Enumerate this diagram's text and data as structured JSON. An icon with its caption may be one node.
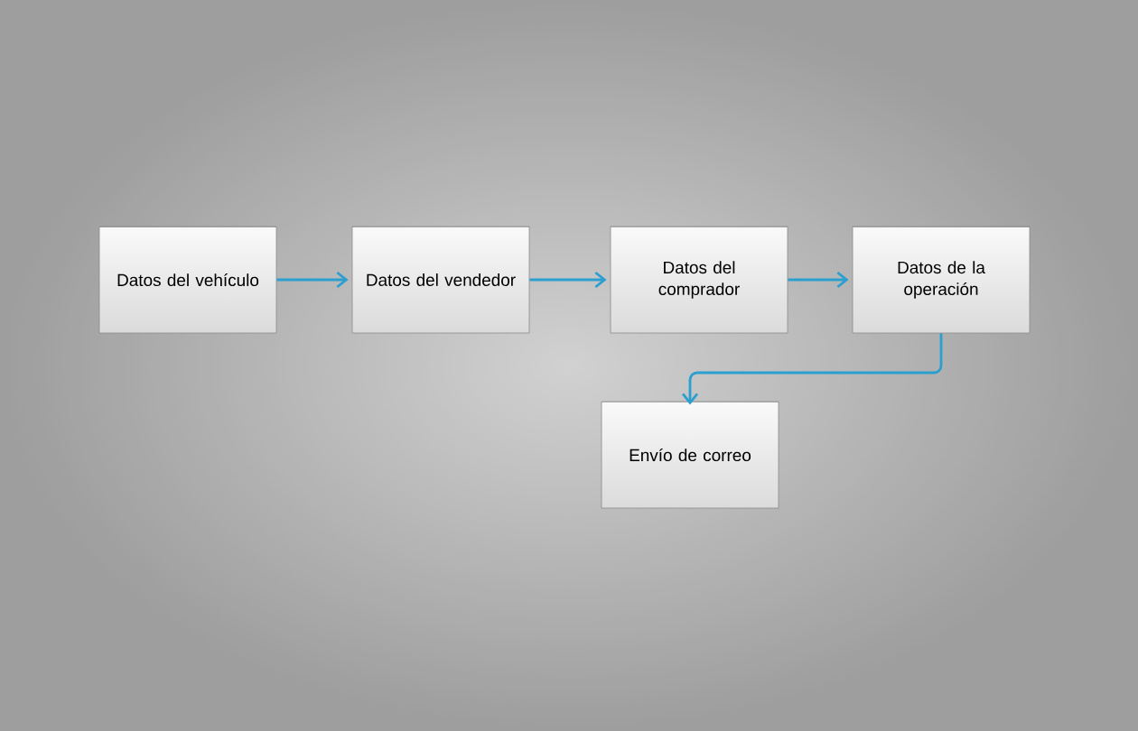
{
  "diagram": {
    "nodes": [
      {
        "text": [
          "Datos del vehículo"
        ]
      },
      {
        "text": [
          "Datos del vendedor"
        ]
      },
      {
        "text": [
          "Datos del comprador"
        ]
      },
      {
        "text": [
          "Datos de la operación"
        ]
      },
      {
        "text": [
          "Envío de correo"
        ]
      }
    ],
    "edges": [
      {
        "from": 0,
        "to": 1,
        "arrow": "to"
      },
      {
        "from": 1,
        "to": 2,
        "arrow": "to"
      },
      {
        "from": 2,
        "to": 3,
        "arrow": "to"
      },
      {
        "from": 3,
        "to": 4,
        "arrow": "to"
      }
    ]
  }
}
